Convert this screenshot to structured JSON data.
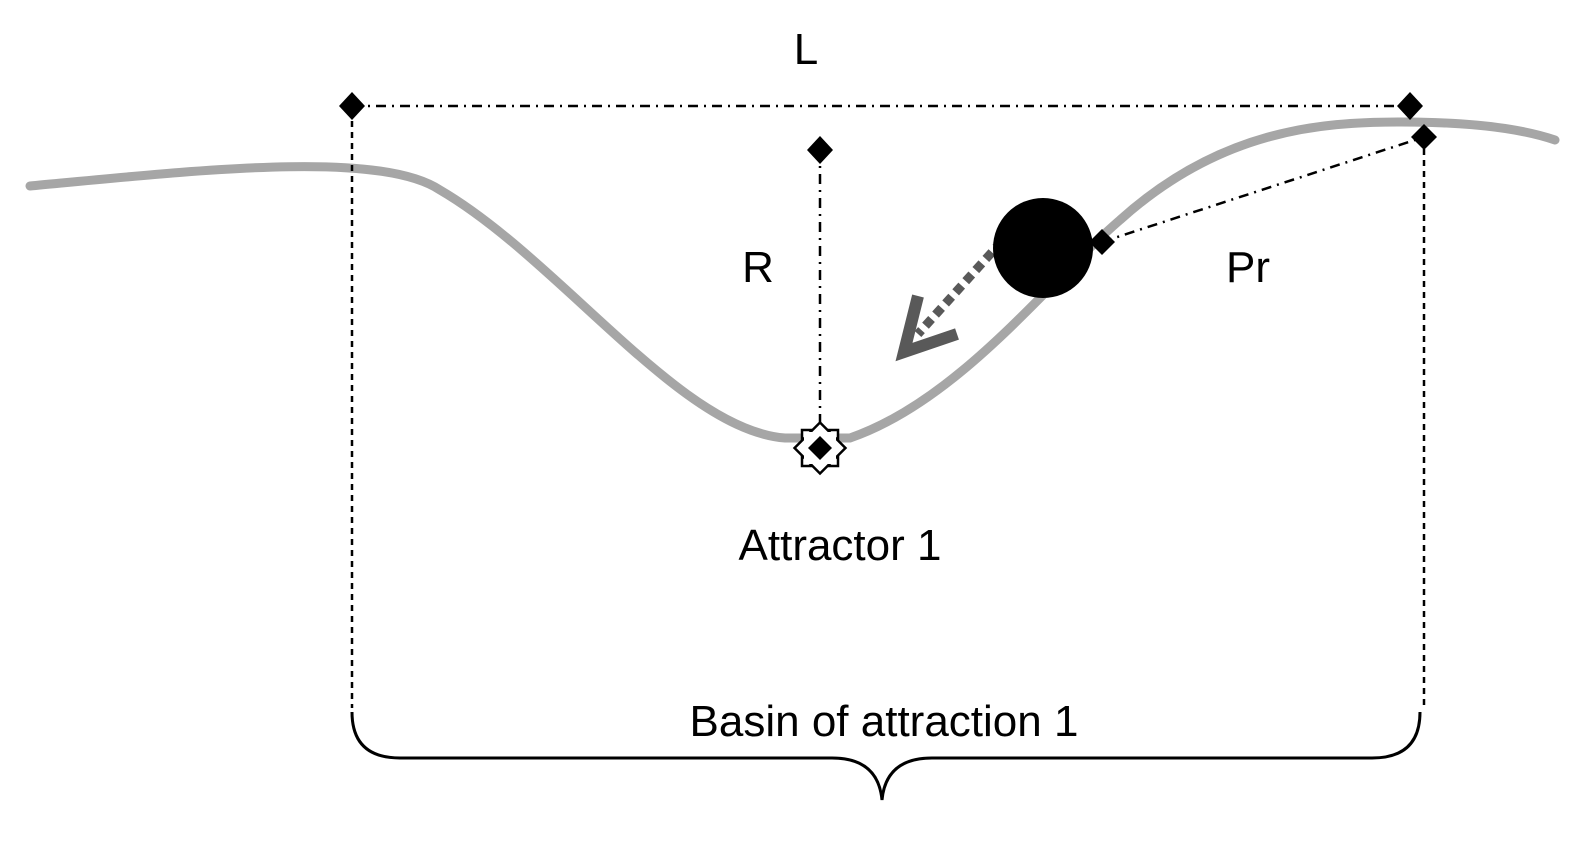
{
  "labels": {
    "length": "L",
    "radius": "R",
    "probability": "Pr",
    "attractor": "Attractor 1",
    "basin": "Basin of attraction 1"
  },
  "colors": {
    "landscape": "#a6a6a6",
    "ball": "#000000",
    "arrow": "#595959",
    "lines": "#000000"
  },
  "icons": {
    "attractor": "eight-point-star-icon",
    "endpoint": "diamond-marker-icon",
    "ball": "filled-circle-icon",
    "arrow": "dotted-arrow-icon"
  }
}
